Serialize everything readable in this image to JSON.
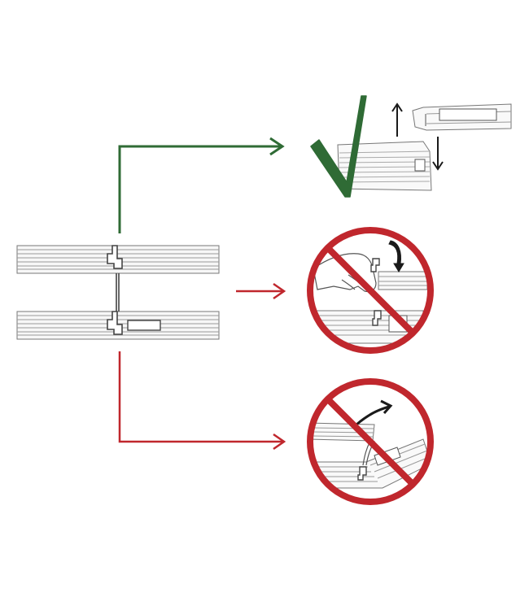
{
  "diagram": {
    "description_free": true,
    "colors": {
      "correct": "#2f6b35",
      "wrong": "#c0272d",
      "line": "#555555",
      "light_line": "#9a9a9a",
      "panel_fill": "#f7f7f7",
      "black": "#1a1a1a"
    },
    "icons": {
      "correct": "checkmark-icon",
      "wrong": "prohibition-icon",
      "up": "arrow-up-icon",
      "down": "arrow-down-icon",
      "rotate": "rotate-arrow-icon",
      "curve": "curved-arrow-icon"
    },
    "outcomes": [
      {
        "id": "correct",
        "label": "",
        "status": "correct"
      },
      {
        "id": "wrong-1",
        "label": "",
        "status": "wrong"
      },
      {
        "id": "wrong-2",
        "label": "",
        "status": "wrong"
      }
    ]
  }
}
